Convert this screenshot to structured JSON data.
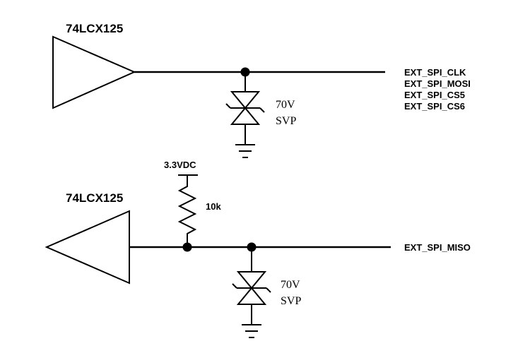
{
  "top_circuit": {
    "buffer_label": "74LCX125",
    "net_labels": [
      "EXT_SPI_CLK",
      "EXT_SPI_MOSI",
      "EXT_SPI_CS5",
      "EXT_SPI_CS6"
    ],
    "suppressor": {
      "voltage": "70V",
      "type": "SVP"
    }
  },
  "bottom_circuit": {
    "buffer_label": "74LCX125",
    "pullup": {
      "supply": "3.3VDC",
      "resistor": "10k"
    },
    "net_label": "EXT_SPI_MISO",
    "suppressor": {
      "voltage": "70V",
      "type": "SVP"
    }
  }
}
